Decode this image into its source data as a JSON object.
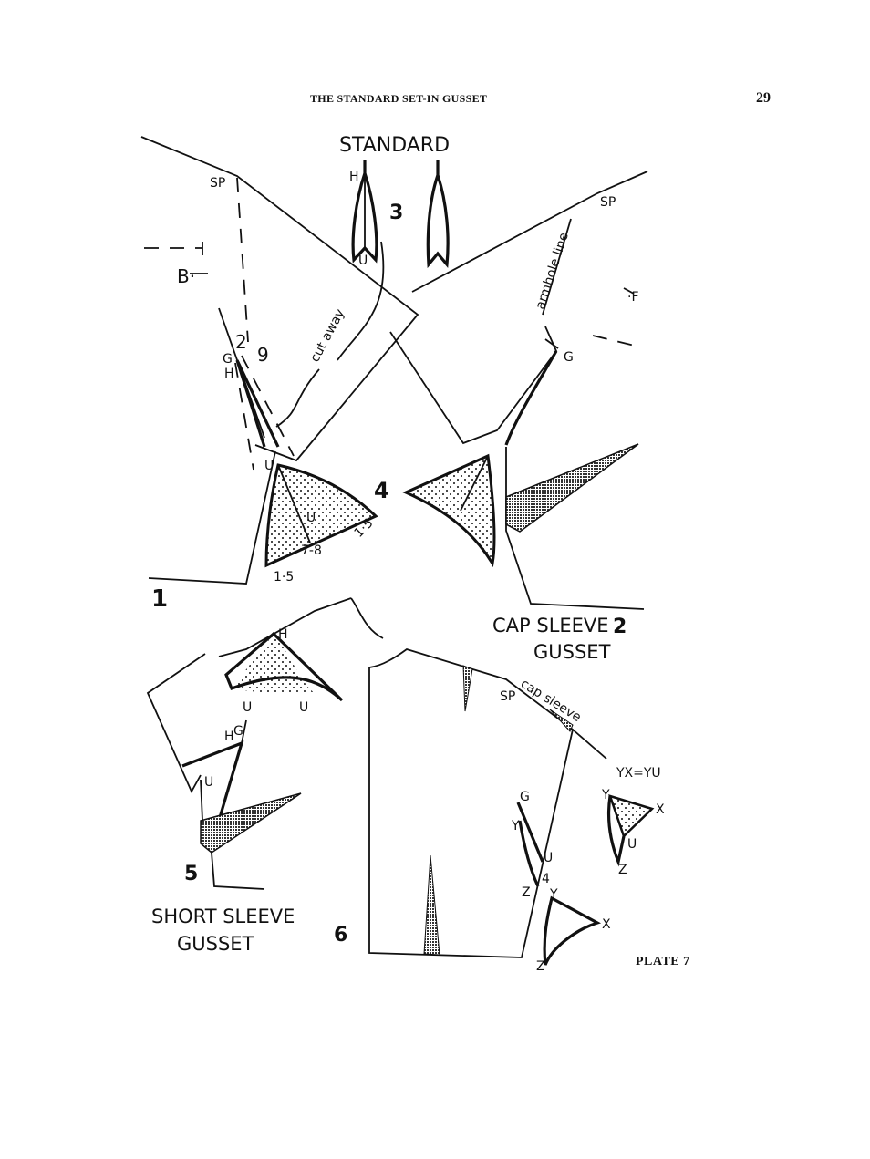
{
  "header": {
    "title": "THE STANDARD SET-IN GUSSET",
    "page_number": "29"
  },
  "plate": "PLATE 7",
  "fig3": {
    "title": "STANDARD",
    "number": "3",
    "h": "H",
    "u": "U"
  },
  "fig1": {
    "number": "1",
    "sp": "SP",
    "b": "B·",
    "two": "2",
    "nine": "9",
    "g": "G",
    "h": "H",
    "u": "U",
    "cut_away": "cut away"
  },
  "fig2": {
    "number": "2",
    "caption_line1": "CAP SLEEVE",
    "caption_line2": "GUSSET",
    "sp": "SP",
    "armhole": "armhole line",
    "f": "·F",
    "g": "G"
  },
  "fig4": {
    "number": "4",
    "u": "U",
    "m1": "1·5",
    "m2": "7-8",
    "m3": "1·5"
  },
  "fig5": {
    "number": "5",
    "caption_line1": "SHORT SLEEVE",
    "caption_line2": "GUSSET",
    "h_top": "H",
    "u_left": "U",
    "u_right": "U",
    "h": "H",
    "g": "G",
    "u": "U"
  },
  "fig6": {
    "number": "6",
    "sp": "SP",
    "cap_sleeve": "cap sleeve",
    "g": "G",
    "y": "Y",
    "u": "U",
    "four": "4",
    "z": "Z",
    "y2": "Y",
    "x2": "X",
    "z2": "Z",
    "formula": "YX=YU",
    "y3": "Y",
    "x3": "X",
    "u3": "U",
    "z3": "Z"
  }
}
